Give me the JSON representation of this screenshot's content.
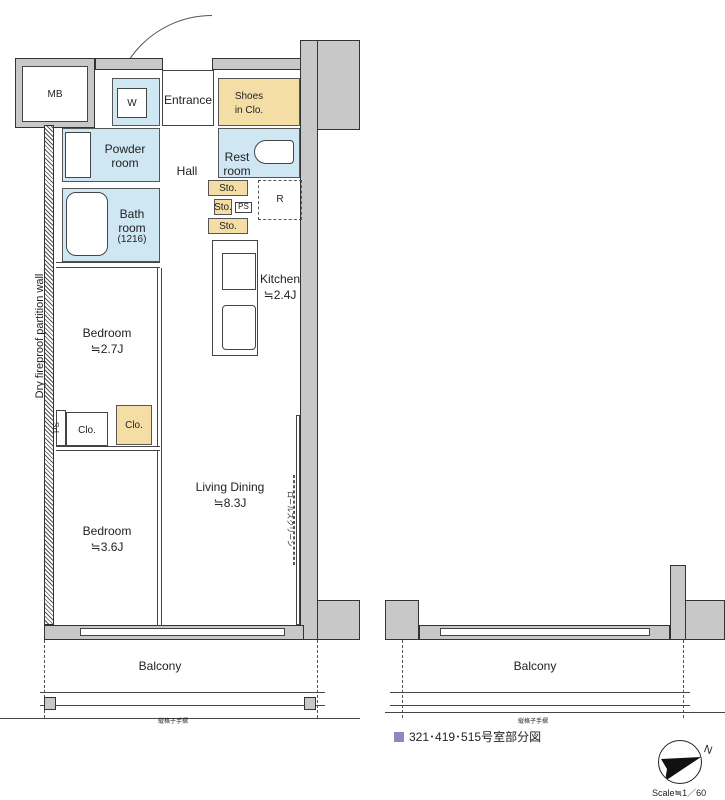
{
  "rooms": {
    "mb": "MB",
    "w": "W",
    "entrance": "Entrance",
    "shoes": "Shoes\nin Clo.",
    "powder": "Powder\nroom",
    "rest": "Rest\nroom",
    "hall": "Hall",
    "bath": "Bath\nroom",
    "bath_size": "(1216)",
    "sto1": "Sto.",
    "sto2": "Sto.",
    "sto3": "Sto.",
    "ps1": "PS",
    "r": "R",
    "kitchen": "Kitchen",
    "kitchen_size": "≒2.4J",
    "bedroom1": "Bedroom",
    "bedroom1_size": "≒2.7J",
    "clo1": "Clo.",
    "clo2": "Clo.",
    "ps2": "PS",
    "bedroom2": "Bedroom",
    "bedroom2_size": "≒3.6J",
    "living": "Living Dining",
    "living_size": "≒8.3J",
    "balcony": "Balcony",
    "balcony2": "Balcony"
  },
  "labels": {
    "partition_wall": "Dry fireproof partition wall",
    "roll_screen": "ロールスクリーン",
    "handrail": "縦格子手摺",
    "handrail2": "縦格子手摺",
    "partial_plan": "321･419･515号室部分図",
    "north": "N",
    "scale": "Scale≒1／60"
  },
  "colors": {
    "wet_area": "#cfe6f3",
    "storage": "#f5dea6",
    "wall": "#c8c8c8",
    "legend_marker": "#8f88c0"
  }
}
